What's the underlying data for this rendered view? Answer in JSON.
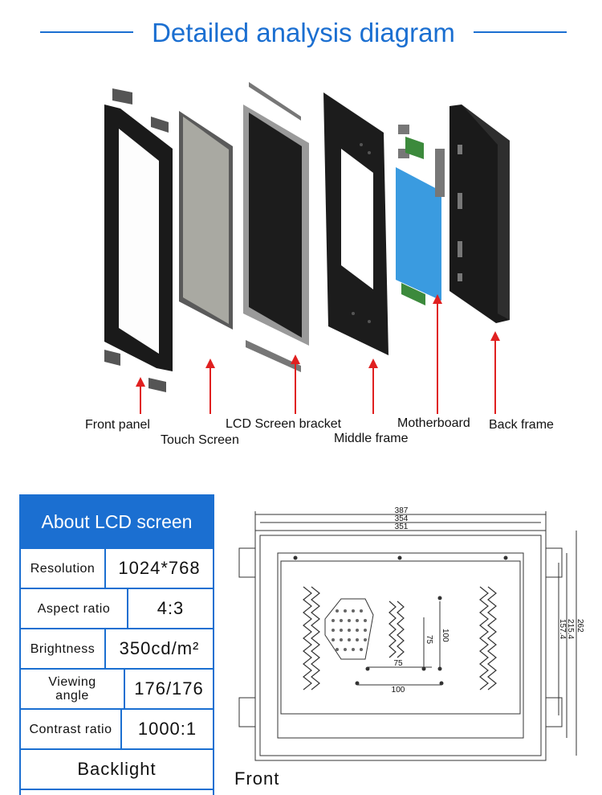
{
  "header": {
    "title": "Detailed analysis diagram"
  },
  "parts": {
    "front_panel": "Front panel",
    "touch_screen": "Touch Screen",
    "lcd_bracket": "LCD Screen bracket",
    "middle_frame": "Middle frame",
    "motherboard": "Motherboard",
    "back_frame": "Back frame"
  },
  "spec": {
    "title": "About LCD screen",
    "rows": [
      {
        "label": "Resolution",
        "value": "1024*768"
      },
      {
        "label": "Aspect ratio",
        "value": "4:3"
      },
      {
        "label": "Brightness",
        "value": "350cd/m²"
      },
      {
        "label": "Viewing angle",
        "value": "176/176"
      },
      {
        "label": "Contrast ratio",
        "value": "1000:1"
      }
    ],
    "backlight": "Backlight"
  },
  "drawing": {
    "dims": {
      "w1": "387",
      "w2": "354",
      "w3": "351",
      "h1": "262",
      "h2": "215.4",
      "h3": "157.4",
      "v100": "100",
      "v75": "75",
      "h75": "75",
      "h100": "100"
    },
    "view_label": "Front"
  },
  "colors": {
    "accent": "#1b6fd1",
    "arrow": "#e02020",
    "board": "#3a9be0"
  }
}
